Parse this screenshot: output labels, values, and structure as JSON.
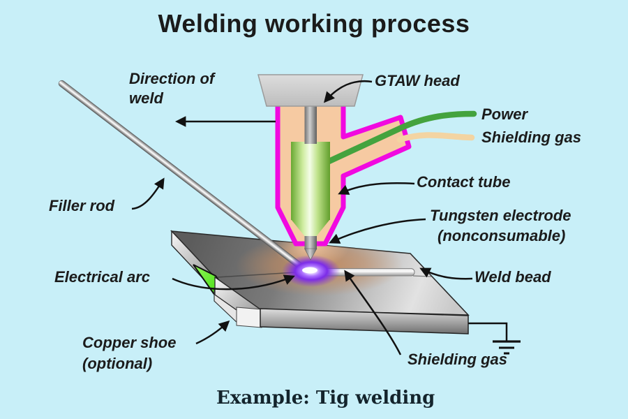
{
  "title": "Welding working process",
  "caption": "Example: Tig welding",
  "labels": {
    "direction_line1": "Direction of",
    "direction_line2": "weld",
    "gtaw_head": "GTAW head",
    "power": "Power",
    "shielding_gas_top": "Shielding gas",
    "contact_tube": "Contact tube",
    "tungsten_line1": "Tungsten electrode",
    "tungsten_line2": "(nonconsumable)",
    "weld_bead": "Weld bead",
    "filler_rod": "Filler rod",
    "electrical_arc": "Electrical arc",
    "copper_shoe_line1": "Copper shoe",
    "copper_shoe_line2": "(optional)",
    "shielding_gas_bottom": "Shielding gas"
  },
  "colors": {
    "background": "#c8eff8",
    "ink": "#1b1b1b",
    "torch_magenta": "#f109e0",
    "torch_peach": "#f6caa2",
    "contact_tube_green": "#6fae35",
    "power_wire_green": "#44a33e",
    "gas_wire_tan": "#f3d4a2",
    "copper_shoe_green": "#4ada14",
    "arc_purple": "#7c2ce8",
    "metal_gray": "#8a8a8a"
  }
}
